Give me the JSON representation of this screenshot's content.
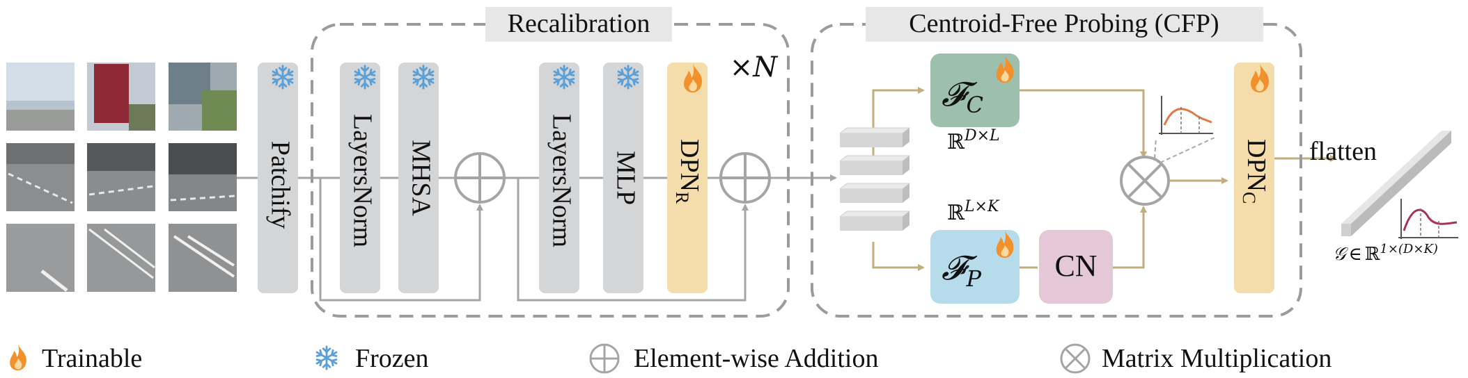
{
  "colors": {
    "frozen_block": "#d4d5d7",
    "dpn_block": "#f5dcab",
    "fc_block": "#9dbfae",
    "fp_block": "#b6dcec",
    "cn_block": "#e4c8d8",
    "arrow_tan": "#c2ae7c",
    "line_gray": "#a5a5a5",
    "dashed_border": "#9b9b9b",
    "flame": "#f2902b",
    "snowflake": "#5aa0d8"
  },
  "recalibration": {
    "title": "Recalibration",
    "repeat_label": "×N",
    "blocks": {
      "patchify": "Patchify",
      "layernorm1": "LayersNorm",
      "mhsa": "MHSA",
      "layernorm2": "LayersNorm",
      "mlp": "MLP",
      "dpn_r_main": "DPN",
      "dpn_r_sub": "R"
    }
  },
  "cfp": {
    "title": "Centroid-Free Probing (CFP)",
    "fc_main": "𝓕",
    "fc_sub": "C",
    "fc_dim_base": "ℝ",
    "fc_dim_sup": "D×L",
    "fp_main": "𝓕",
    "fp_sub": "P",
    "fp_dim_base": "ℝ",
    "fp_dim_sup": "L×K",
    "cn": "CN",
    "dpn_c_main": "DPN",
    "dpn_c_sub": "C"
  },
  "output": {
    "flatten": "flatten",
    "descriptor_g": "𝒢",
    "descriptor_in": "∈",
    "descriptor_base": "ℝ",
    "descriptor_sup": "1×(D×K)"
  },
  "legend": {
    "trainable": "Trainable",
    "frozen": "Frozen",
    "addition": "Element-wise Addition",
    "multiplication": "Matrix Multiplication"
  },
  "icons": {
    "trainable": "flame-icon",
    "frozen": "snowflake-icon",
    "addition": "circled-plus-icon",
    "multiplication": "circled-times-icon"
  }
}
